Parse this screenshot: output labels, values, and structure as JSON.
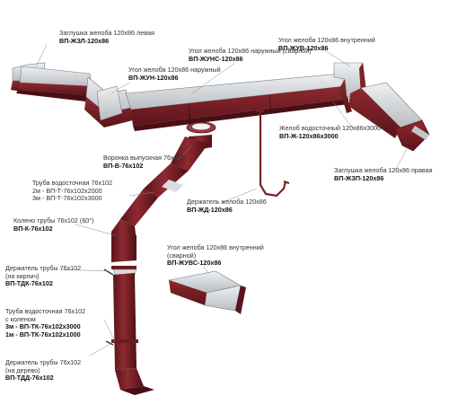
{
  "labels": {
    "zaglushka_left": {
      "name": "Заглушка желоба 120х86 левая",
      "code": "ВП-ЖЗЛ-120х86"
    },
    "ugol_svarnoi": {
      "name": "Угол желоба 120х86 наружный (сварной)",
      "code": "ВП-ЖУНС-120х86"
    },
    "ugol_vnutr": {
      "name": "Угол желоба 120х86 внутренний",
      "code": "ВП-ЖУВ-120х86"
    },
    "ugol_naruzh": {
      "name": "Угол желоба 120х86 наружный",
      "code": "ВП-ЖУН-120х86"
    },
    "zhelob": {
      "name": "Желоб водосточный 120х86х3000",
      "code": "ВП-Ж-120х86х3000"
    },
    "voronka": {
      "name": "Воронка выпускная 76х102",
      "code": "ВП-В-76х102"
    },
    "zaglushka_right": {
      "name": "Заглушка желоба 120х86 правая",
      "code": "ВП-ЖЗП-120х86"
    },
    "truba": {
      "name": "Труба водосточная 76х102",
      "line1": "2м - ВП-Т-76х102х2000",
      "line2": "3м - ВП-Т-76х102х3000"
    },
    "derzhatel_zheloba": {
      "name": "Держатель желоба 120х86",
      "code": "ВП-ЖД-120х86"
    },
    "koleno": {
      "name": "Колено трубы 76х102 (60°)",
      "code": "ВП-К-76х102"
    },
    "ugol_vnutr_svarnoi": {
      "name": "Угол желоба 120х86 внутренний",
      "sub": "(сварной)",
      "code": "ВП-ЖУВС-120х86"
    },
    "derzhatel_kirpich": {
      "name": "Держатель трубы 76х102",
      "sub": "(на кирпич)",
      "code": "ВП-ТДК-76х102"
    },
    "truba_koleno": {
      "name": "Труба водосточная 76х102",
      "sub": "с коленом",
      "line1": "3м - ВП-ТК-76х102х3000",
      "line2": "1м - ВП-ТК-76х102х1000"
    },
    "derzhatel_derevo": {
      "name": "Держатель трубы 76х102",
      "sub": "(на дерево)",
      "code": "ВП-ТДД-76х102"
    }
  },
  "colors": {
    "gutter_front": "#7a1f25",
    "gutter_dark": "#5a1419",
    "gutter_inner": "#c9ccd0",
    "gutter_inner_light": "#e4e6e8",
    "pipe": "#7d2027",
    "pipe_dark": "#571317",
    "leader": "#8a8a8a"
  }
}
